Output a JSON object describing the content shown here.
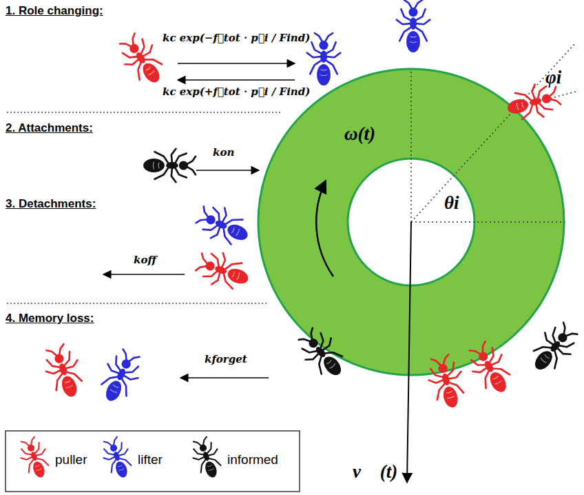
{
  "diagram": {
    "labels": [
      "1. Role changing:",
      "kc exp(−f⃗tot · p⃗i / Find)",
      "kc exp(+f⃗tot · p⃗i / Find)",
      "2. Attachments:",
      "kon",
      "3. Detachments:",
      "koff",
      "4. Memory loss:",
      "kforget",
      "ω(t)",
      "θi",
      "φi",
      "v⃗ (t)"
    ],
    "legend": [
      {
        "text": "puller",
        "color": "#e8262a"
      },
      {
        "text": "lifter",
        "color": "#2a2ad8"
      },
      {
        "text": "informed",
        "color": "#111111"
      }
    ]
  }
}
